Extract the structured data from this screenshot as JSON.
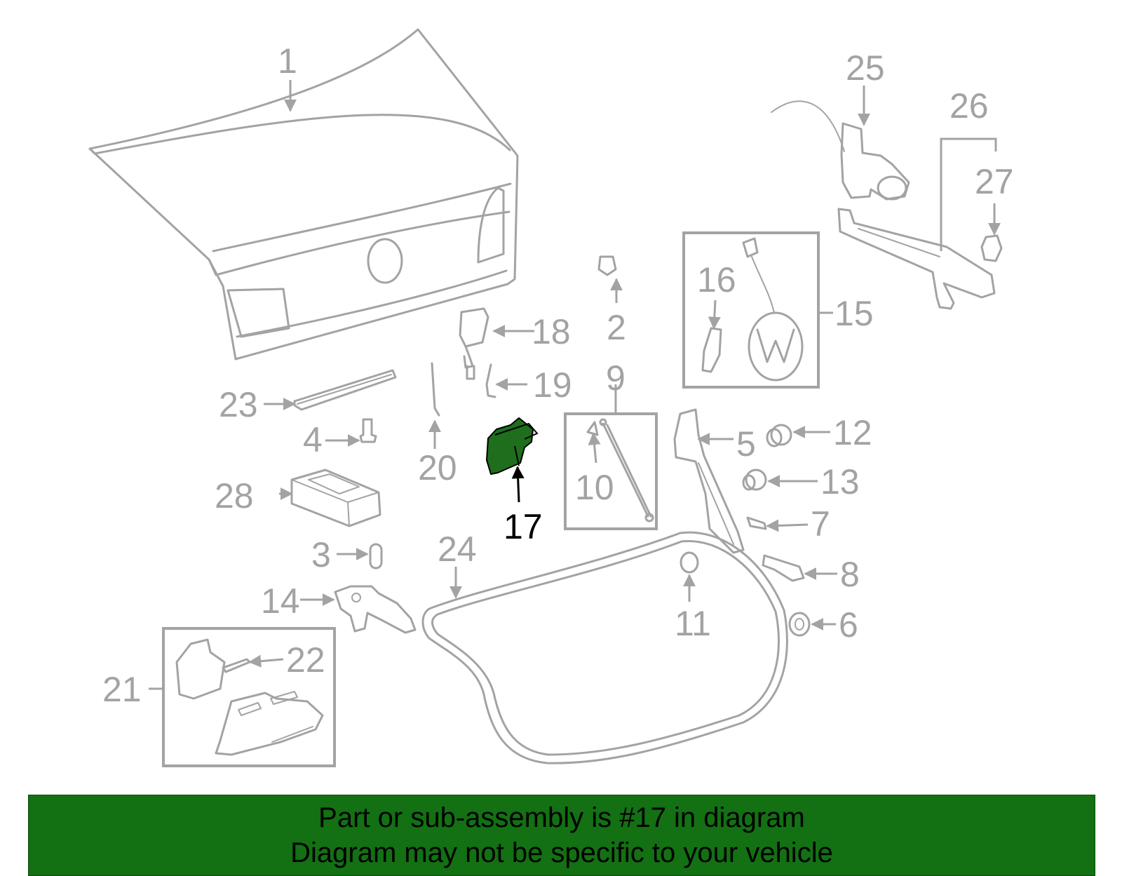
{
  "colors": {
    "part_line": "#a3a3a3",
    "label": "#a3a3a3",
    "highlight_part": "#1e6e1e",
    "highlight_label": "#000000",
    "banner_bg": "#137013",
    "banner_text": "#000000"
  },
  "diagram": {
    "highlighted": "17",
    "callouts": [
      "1",
      "2",
      "3",
      "4",
      "5",
      "6",
      "7",
      "8",
      "9",
      "10",
      "11",
      "12",
      "13",
      "14",
      "15",
      "16",
      "17",
      "18",
      "19",
      "20",
      "21",
      "22",
      "23",
      "24",
      "25",
      "26",
      "27",
      "28"
    ]
  },
  "banner": {
    "line1": "Part or sub-assembly is #17 in diagram",
    "line2": "Diagram may not be specific to your vehicle"
  }
}
